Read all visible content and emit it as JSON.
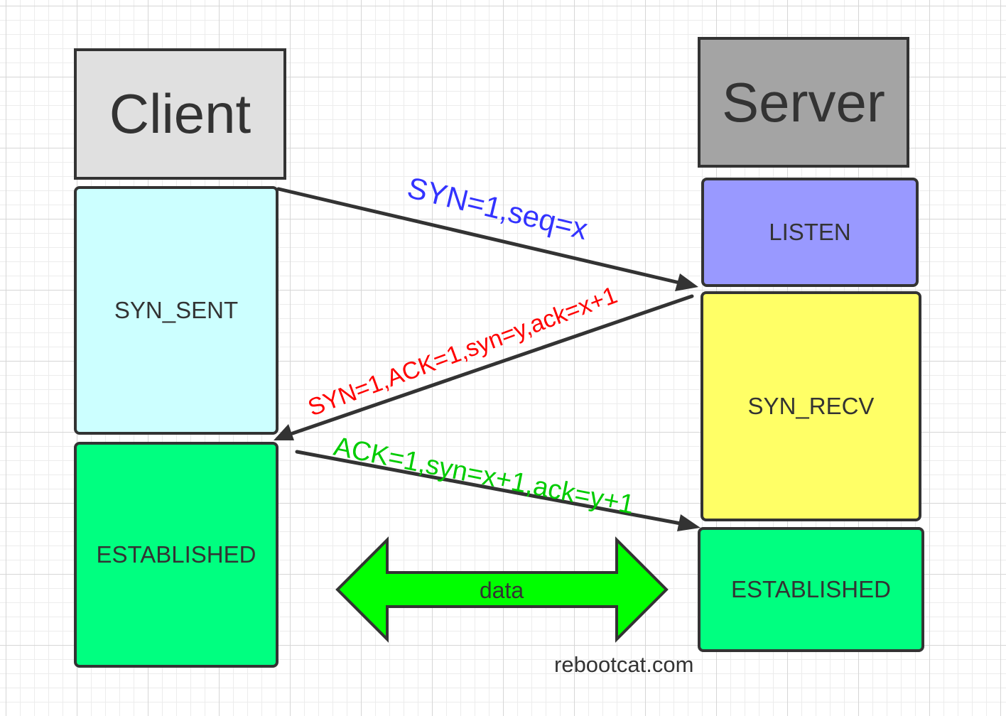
{
  "client": {
    "title": "Client",
    "states": {
      "syn_sent": "SYN_SENT",
      "established": "ESTABLISHED"
    }
  },
  "server": {
    "title": "Server",
    "states": {
      "listen": "LISTEN",
      "syn_recv": "SYN_RECV",
      "established": "ESTABLISHED"
    }
  },
  "messages": {
    "first": "SYN=1,seq=x",
    "second": "SYN=1,ACK=1,syn=y,ack=x+1",
    "third": "ACK=1,syn=x+1,ack=y+1"
  },
  "data_exchange": "data",
  "watermark": "rebootcat.com",
  "colors": {
    "client_header": "#e0e0e0",
    "server_header": "#a4a4a4",
    "syn_sent": "#ccffff",
    "established": "#00ff80",
    "listen": "#9999ff",
    "syn_recv": "#ffff66",
    "first_message": "#3333ff",
    "second_message": "#ff0000",
    "third_message": "#00cc00",
    "data_arrow": "#00ff00"
  }
}
